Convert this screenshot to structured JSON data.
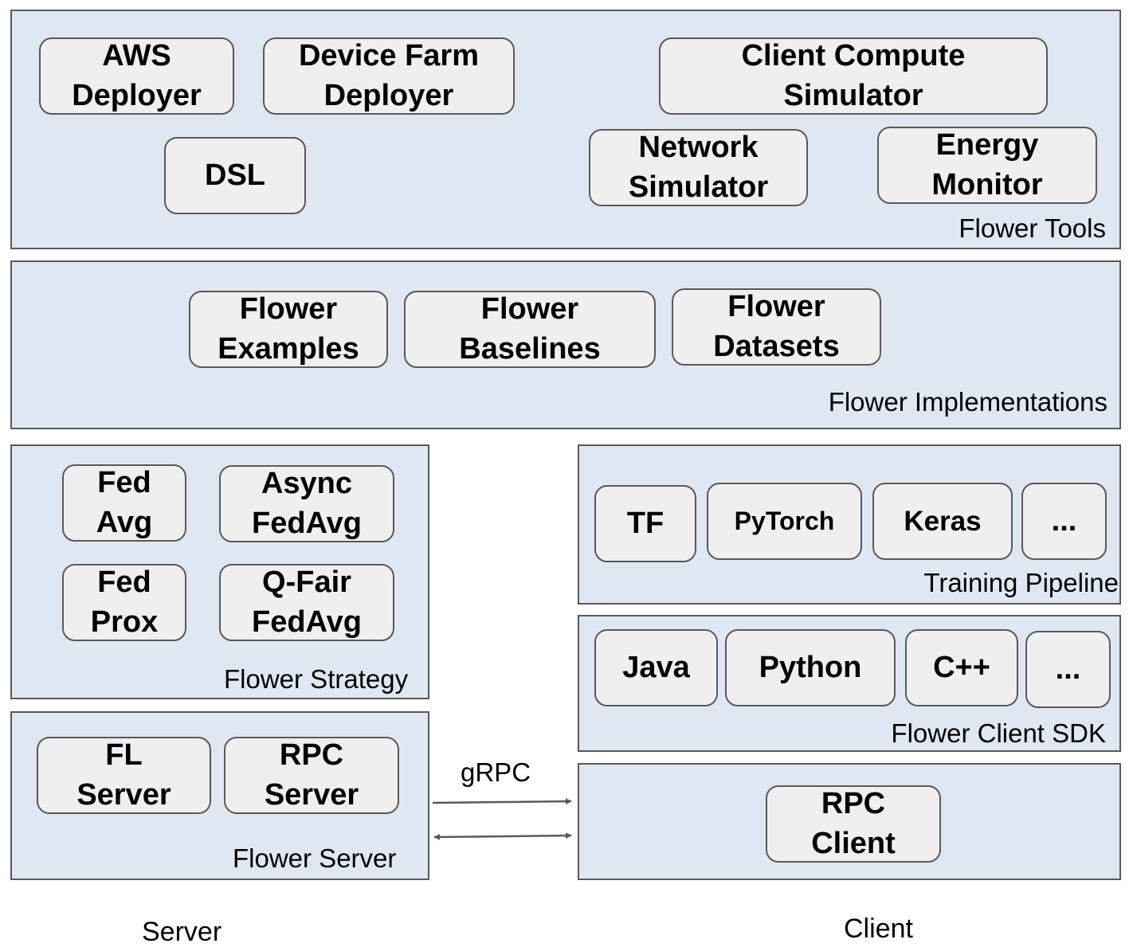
{
  "tools": {
    "label": "Flower Tools",
    "aws": "AWS\nDeployer",
    "device_farm": "Device Farm\nDeployer",
    "dsl": "DSL",
    "client_compute": "Client Compute\nSimulator",
    "network": "Network\nSimulator",
    "energy": "Energy\nMonitor"
  },
  "implementations": {
    "label": "Flower Implementations",
    "examples": "Flower\nExamples",
    "baselines": "Flower\nBaselines",
    "datasets": "Flower\nDatasets"
  },
  "strategy": {
    "label": "Flower Strategy",
    "fedavg": "Fed\nAvg",
    "async_fedavg": "Async\nFedAvg",
    "fedprox": "Fed\nProx",
    "qfair_fedavg": "Q-Fair\nFedAvg"
  },
  "server": {
    "label": "Flower Server",
    "fl_server": "FL\nServer",
    "rpc_server": "RPC\nServer"
  },
  "training": {
    "label": "Training Pipeline",
    "tf": "TF",
    "pytorch": "PyTorch",
    "keras": "Keras",
    "more": "..."
  },
  "sdk": {
    "label": "Flower Client SDK",
    "java": "Java",
    "python": "Python",
    "cpp": "C++",
    "more": "..."
  },
  "rpc_client": {
    "box": "RPC\nClient"
  },
  "link": {
    "label": "gRPC"
  },
  "bottom": {
    "server": "Server",
    "client": "Client"
  },
  "colors": {
    "panel": "#dfe8f2",
    "box": "#efefef",
    "border": "#595959"
  }
}
